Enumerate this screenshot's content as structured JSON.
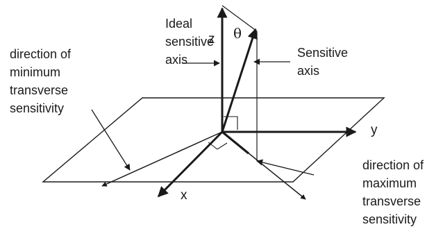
{
  "labels": {
    "ideal": [
      "Ideal",
      "sensitive",
      "axis"
    ],
    "sensitive": [
      "Sensitive",
      "axis"
    ],
    "min_transverse": [
      "direction of",
      "minimum",
      "transverse",
      "sensitivity"
    ],
    "max_transverse": [
      "direction of",
      "maximum",
      "transverse",
      "sensitivity"
    ],
    "axis_x": "x",
    "axis_y": "y",
    "axis_z": "z",
    "angle": "θ"
  },
  "colors": {
    "ink": "#1a1a1a",
    "background": "#ffffff"
  }
}
